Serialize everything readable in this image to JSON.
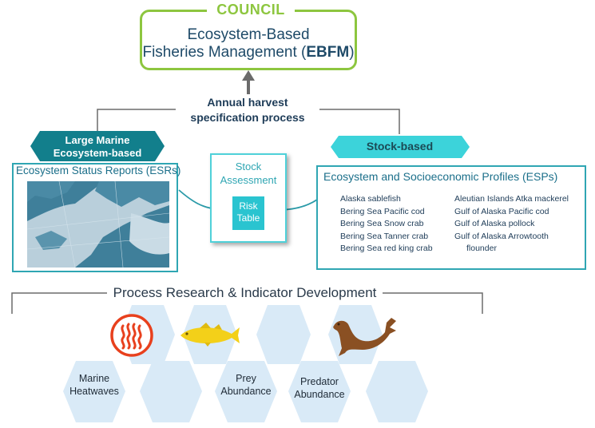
{
  "council": {
    "label": "COUNCIL",
    "title_line1": "Ecosystem-Based",
    "title_line2_prefix": "Fisheries Management (",
    "title_line2_bold": "EBFM",
    "title_line2_suffix": ")"
  },
  "annual_process": {
    "line1": "Annual harvest",
    "line2": "specification process"
  },
  "lme_banner": {
    "line1": "Large Marine",
    "line2": "Ecosystem-based"
  },
  "stock_banner": {
    "label": "Stock-based"
  },
  "esr": {
    "title": "Ecosystem Status Reports (ESRs)"
  },
  "stock_assessment": {
    "line1": "Stock",
    "line2": "Assessment",
    "risk_line1": "Risk",
    "risk_line2": "Table"
  },
  "esp": {
    "title": "Ecosystem and Socioeconomic Profiles (ESPs)",
    "column1": [
      "Alaska sablefish",
      "Bering Sea Pacific cod",
      "Bering Sea Snow crab",
      "Bering Sea Tanner crab",
      "Bering Sea red king crab"
    ],
    "column2": [
      "Aleutian Islands Atka mackerel",
      "Gulf of Alaska Pacific cod",
      "Gulf of Alaska pollock",
      "Gulf of Alaska Arrowtooth"
    ],
    "column2_continuation": "flounder"
  },
  "process": {
    "title": "Process Research & Indicator Development"
  },
  "hexagons": {
    "marine_line1": "Marine",
    "marine_line2": "Heatwaves",
    "prey_line1": "Prey",
    "prey_line2": "Abundance",
    "predator_line1": "Predator",
    "predator_line2": "Abundance"
  },
  "colors": {
    "council_green": "#8dc63f",
    "teal_dark": "#127f8c",
    "teal_light": "#3cd3da",
    "hex_fill": "#d9eaf7",
    "heat_red": "#e8401d",
    "fish_yellow": "#f3d019",
    "seal_brown": "#8a5023"
  },
  "icons": [
    "heatwave-icon",
    "fish-icon",
    "seal-icon"
  ]
}
